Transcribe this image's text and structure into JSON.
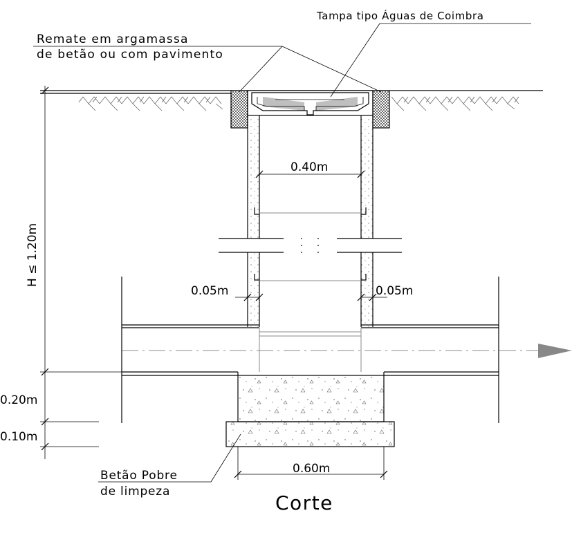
{
  "labels": {
    "lid": "Tampa tipo Águas de Coimbra",
    "finish_line1": "Remate em argamassa",
    "finish_line2": "de betão ou com pavimento",
    "inner_width": "0.40m",
    "height": "H ≤ 1.20m",
    "wall_left": "0.05m",
    "wall_right": "0.05m",
    "base_thickness": "0.20m",
    "blinding_thickness": "0.10m",
    "blinding_line1": "Betão Pobre",
    "blinding_line2": "de limpeza",
    "base_width": "0.60m",
    "title": "Corte"
  }
}
